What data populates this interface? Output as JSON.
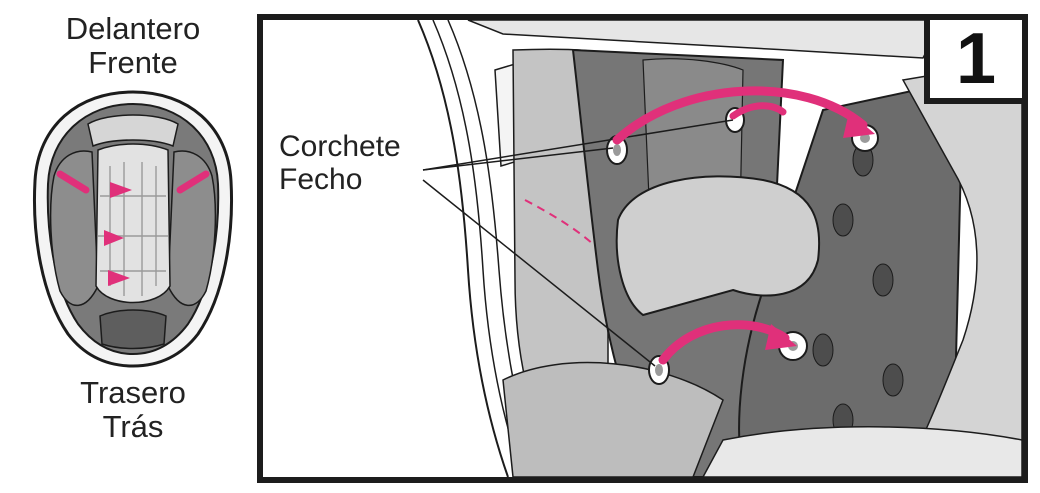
{
  "overview": {
    "front_label_es": "Delantero",
    "front_label_pt": "Frente",
    "back_label_es": "Trasero",
    "back_label_pt": "Trás"
  },
  "panel": {
    "step_number": "1",
    "snap_label_es": "Corchete",
    "snap_label_pt": "Fecho"
  },
  "colors": {
    "arrow": "#e0307a",
    "pad_dark": "#6f6f6f",
    "pad_mid": "#9a9a9a",
    "pad_light": "#c9c9c9",
    "outline": "#1c1c1c"
  }
}
